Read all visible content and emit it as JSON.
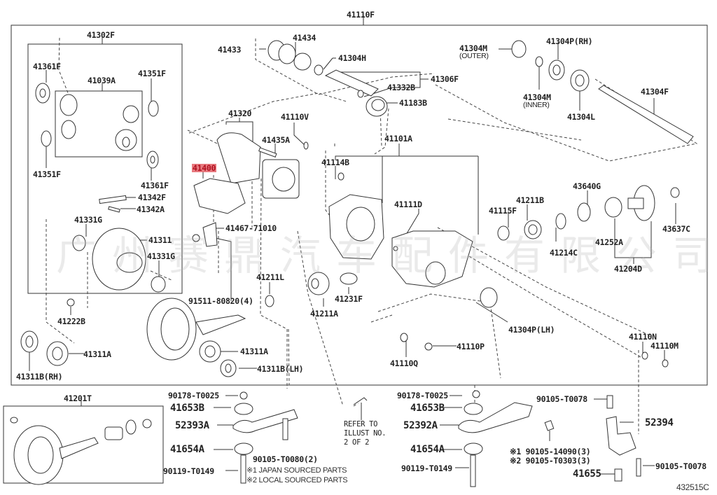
{
  "diagram": {
    "title_label": "41110F",
    "diagram_id": "432515C",
    "watermark": "广州赛鼎汽车配件有限公司",
    "highlight_color": "#e87a7f",
    "labels": {
      "l41302F": "41302F",
      "l41361F_top": "41361F",
      "l41039A": "41039A",
      "l41351F_top": "41351F",
      "l41351F_bot": "41351F",
      "l41361F_bot": "41361F",
      "l41342F": "41342F",
      "l41342A": "41342A",
      "l41331G_a": "41331G",
      "l41311": "41311",
      "l41331G_b": "41331G",
      "l41222B": "41222B",
      "l41311B_RH": "41311B(RH)",
      "l41311A_left": "41311A",
      "l41311A_mid": "41311A",
      "l41311B_LH": "41311B(LH)",
      "l41433": "41433",
      "l41434": "41434",
      "l41304H": "41304H",
      "l41306F": "41306F",
      "l41332B": "41332B",
      "l41183B": "41183B",
      "l41320": "41320",
      "l41110V": "41110V",
      "l41435A": "41435A",
      "l41400": "41400",
      "l41467": "41467-71010",
      "l91511": "91511-80820(4)",
      "l41211L": "41211L",
      "l41211A": "41211A",
      "l41231F": "41231F",
      "l41101A": "41101A",
      "l41114B": "41114B",
      "l41111D": "41111D",
      "l41304M_outer": "41304M",
      "l41304M_outer_sub": "(OUTER)",
      "l41304P_RH": "41304P(RH)",
      "l41304M_inner": "41304M",
      "l41304M_inner_sub": "(INNER)",
      "l41304L": "41304L",
      "l41304F": "41304F",
      "l41115F": "41115F",
      "l41211B": "41211B",
      "l43640G": "43640G",
      "l43637C": "43637C",
      "l41214C": "41214C",
      "l41252A": "41252A",
      "l41204D": "41204D",
      "l41304P_LH": "41304P(LH)",
      "l41110N": "41110N",
      "l41110M": "41110M",
      "l41110P": "41110P",
      "l41110Q": "41110Q",
      "l41201T": "41201T",
      "l90178_a": "90178-T0025",
      "l41653B_a": "41653B",
      "l52393A": "52393A",
      "l41654A_a": "41654A",
      "l90119_a": "90119-T0149",
      "l90105_T0080": "90105-T0080(2)",
      "note1": "※1 JAPAN SOURCED PARTS",
      "note2": "※2 LOCAL SOURCED PARTS",
      "refer1": "REFER TO",
      "refer2": "ILLUST NO.",
      "refer3": "2 OF 2",
      "l90178_b": "90178-T0025",
      "l41653B_b": "41653B",
      "l52392A": "52392A",
      "l41654A_b": "41654A",
      "l90119_b": "90119-T0149",
      "l90105_14090": "※1 90105-14090(3)",
      "l90105_T0303": "※2 90105-T0303(3)",
      "l90105_T0078_a": "90105-T0078",
      "l52394": "52394",
      "l41655": "41655",
      "l90105_T0078_b": "90105-T0078"
    }
  }
}
